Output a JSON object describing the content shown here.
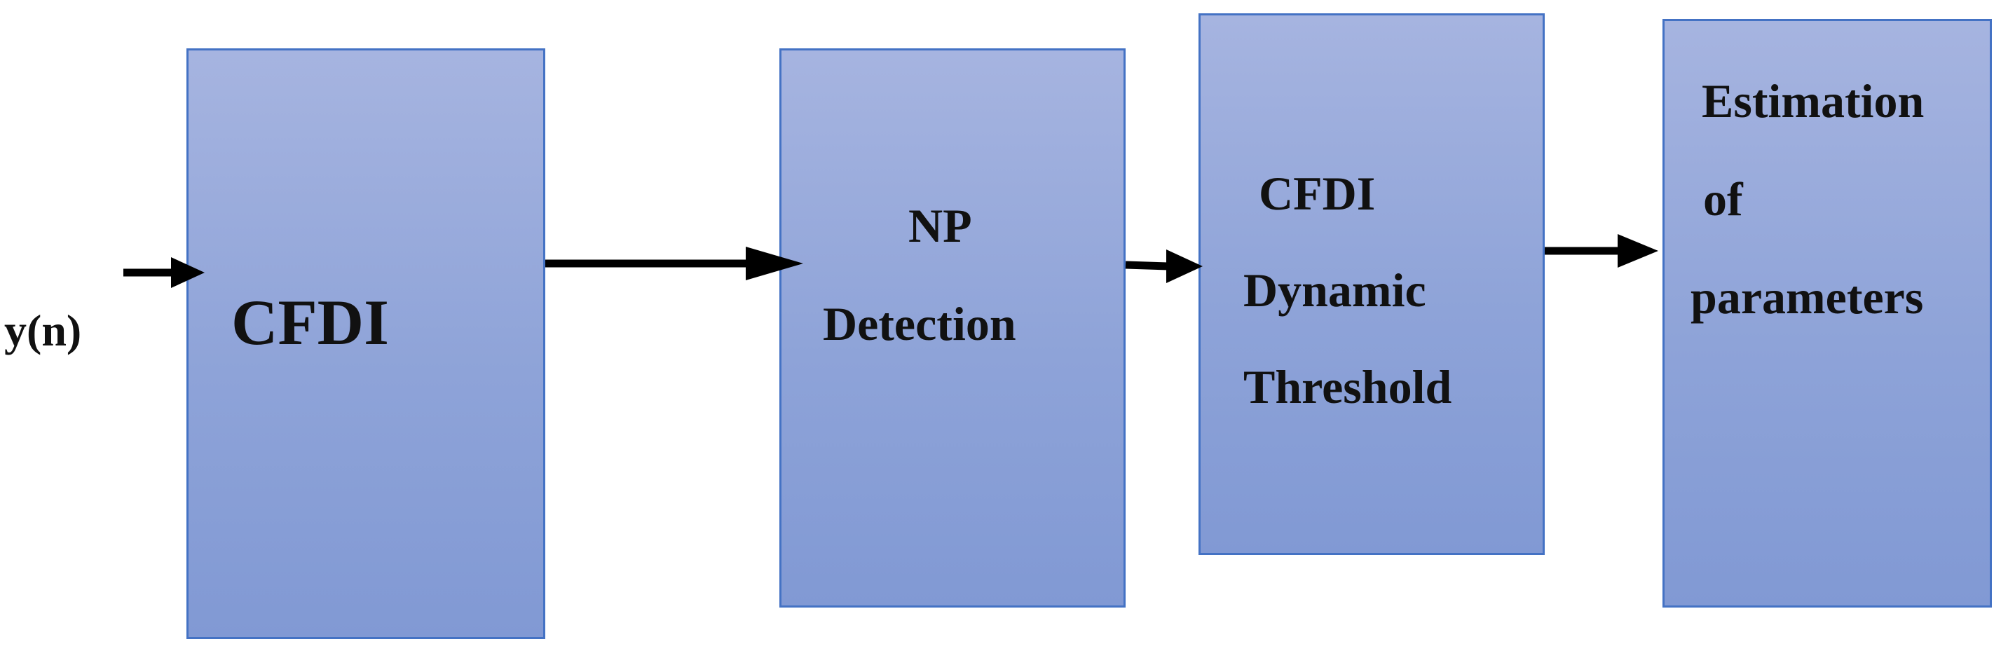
{
  "input_signal": "y(n)",
  "blocks": {
    "cfdi": {
      "lines": [
        "CFDI"
      ]
    },
    "np_detection": {
      "lines": [
        "NP",
        "Detection"
      ]
    },
    "dynamic_threshold": {
      "lines": [
        "CFDI",
        "Dynamic",
        "Threshold"
      ]
    },
    "estimation": {
      "lines": [
        "Estimation",
        "of",
        "parameters"
      ]
    }
  },
  "colors": {
    "block_fill_top": "#a6b4e0",
    "block_fill_bottom": "#8199d4",
    "block_border": "#4472c4",
    "arrow": "#000000",
    "text": "#111111"
  }
}
